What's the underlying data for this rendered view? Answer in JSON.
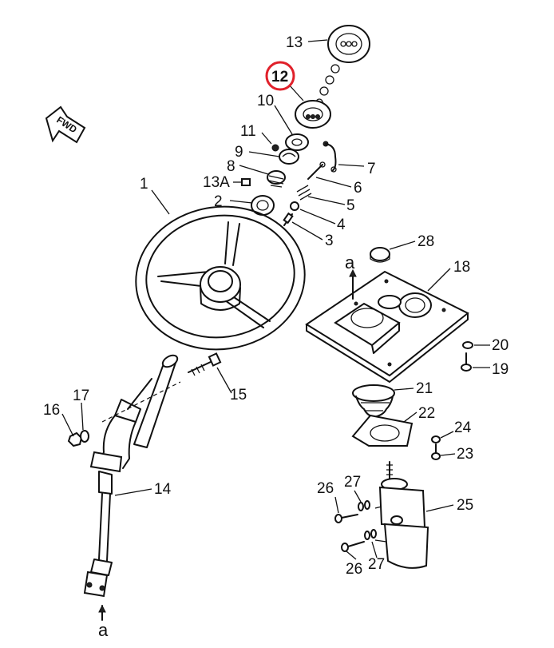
{
  "diagram": {
    "direction_label": "FWD",
    "section_marker": "a",
    "highlight_color": "#e0202a",
    "highlighted_part": "12",
    "callouts": {
      "p1": "1",
      "p2": "2",
      "p3": "3",
      "p4": "4",
      "p5": "5",
      "p6": "6",
      "p7": "7",
      "p8": "8",
      "p9": "9",
      "p10": "10",
      "p11": "11",
      "p12": "12",
      "p13": "13",
      "p13a": "13A",
      "p14": "14",
      "p15": "15",
      "p16": "16",
      "p17": "17",
      "p18": "18",
      "p19": "19",
      "p20": "20",
      "p21": "21",
      "p22": "22",
      "p23": "23",
      "p24": "24",
      "p25": "25",
      "p26": "26",
      "p27": "27",
      "p28": "28"
    }
  }
}
